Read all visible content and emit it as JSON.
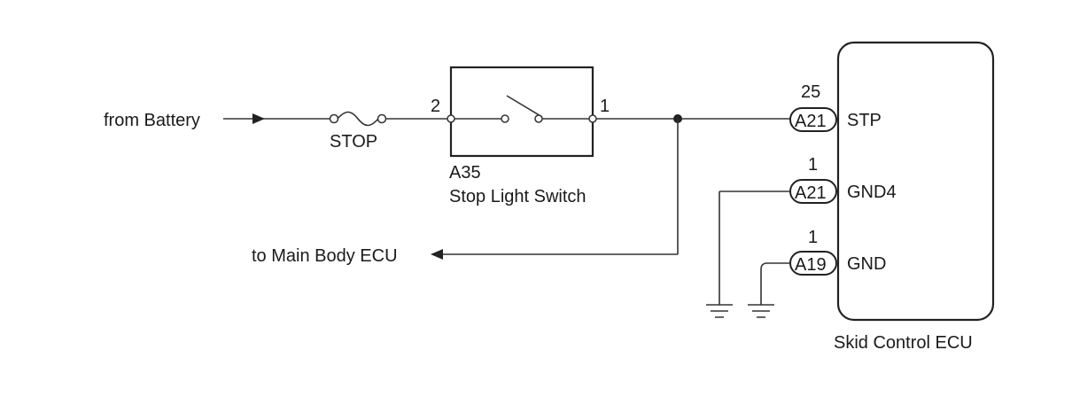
{
  "labels": {
    "from_battery": "from Battery",
    "fuse": "STOP",
    "to_main_body_ecu": "to Main Body ECU"
  },
  "switch": {
    "code": "A35",
    "name": "Stop Light Switch",
    "pin_in": "2",
    "pin_out": "1"
  },
  "ecu": {
    "name": "Skid Control ECU",
    "pins": [
      {
        "pin": "25",
        "connector": "A21",
        "signal": "STP"
      },
      {
        "pin": "1",
        "connector": "A21",
        "signal": "GND4"
      },
      {
        "pin": "1",
        "connector": "A19",
        "signal": "GND"
      }
    ]
  },
  "colors": {
    "line": "#333333",
    "text": "#1a1a1a"
  }
}
